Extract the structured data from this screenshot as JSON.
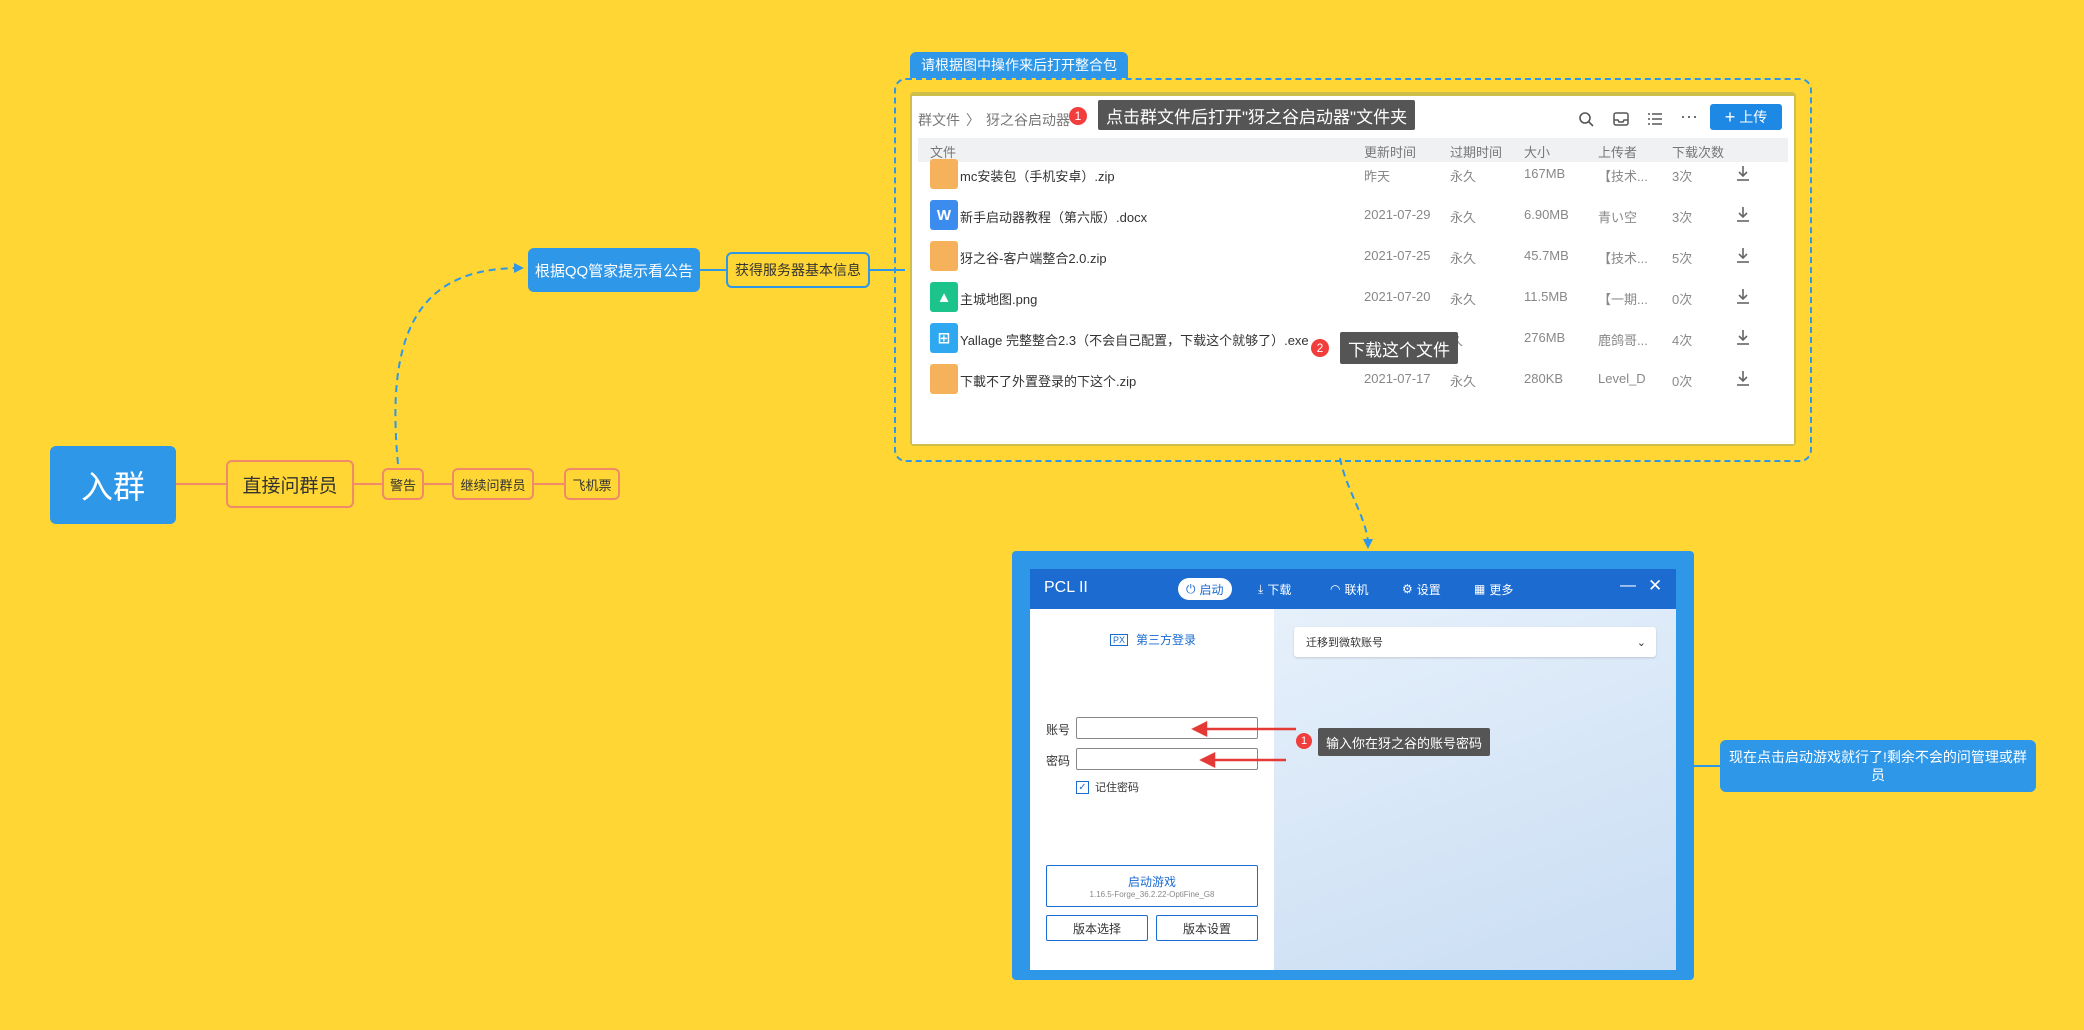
{
  "mindmap": {
    "root": "入群",
    "node_direct": "直接问群员",
    "node_warning": "警告",
    "node_continue": "继续问群员",
    "node_ticket": "飞机票",
    "node_qq": "根据QQ管家提示看公告",
    "node_info": "获得服务器基本信息",
    "node_final": "现在点击启动游戏就行了!剩余不会的问管理或群员"
  },
  "callout_title": "请根据图中操作来后打开整合包",
  "filelist": {
    "breadcrumb_root": "群文件",
    "breadcrumb_folder": "犽之谷启动器",
    "upload_label": "上传",
    "columns": [
      "文件",
      "更新时间",
      "过期时间",
      "大小",
      "上传者",
      "下载次数"
    ],
    "rows": [
      {
        "name": "mc安装包（手机安卓）.zip",
        "date": "昨天",
        "expire": "永久",
        "size": "167MB",
        "uploader": "【技术...",
        "downloads": "3次",
        "icon": "zip"
      },
      {
        "name": "新手启动器教程（第六版）.docx",
        "date": "2021-07-29",
        "expire": "永久",
        "size": "6.90MB",
        "uploader": "青い空",
        "downloads": "3次",
        "icon": "word"
      },
      {
        "name": "犽之谷-客户端整合2.0.zip",
        "date": "2021-07-25",
        "expire": "永久",
        "size": "45.7MB",
        "uploader": "【技术...",
        "downloads": "5次",
        "icon": "zip"
      },
      {
        "name": "主城地图.png",
        "date": "2021-07-20",
        "expire": "永久",
        "size": "11.5MB",
        "uploader": "【一期...",
        "downloads": "0次",
        "icon": "image"
      },
      {
        "name": "Yallage 完整整合2.3（不会自己配置，下载这个就够了）.exe",
        "date": "",
        "expire": "久",
        "size": "276MB",
        "uploader": "鹿鸽哥...",
        "downloads": "4次",
        "icon": "exe"
      },
      {
        "name": "下載不了外置登录的下这个.zip",
        "date": "2021-07-17",
        "expire": "永久",
        "size": "280KB",
        "uploader": "Level_D",
        "downloads": "0次",
        "icon": "zip"
      }
    ],
    "step1_badge": "1",
    "step1_tip": "点击群文件后打开\"犽之谷启动器\"文件夹",
    "step2_badge": "2",
    "step2_tip": "下载这个文件"
  },
  "pcl": {
    "title": "PCL II",
    "nav": [
      "启动",
      "下载",
      "联机",
      "设置",
      "更多"
    ],
    "third_party_login": "第三方登录",
    "account_label": "账号",
    "password_label": "密码",
    "remember_label": "记住密码",
    "remember_checked": true,
    "launch_label": "启动游戏",
    "launch_version": "1.16.5-Forge_36.2.22-OptiFine_G8",
    "version_select": "版本选择",
    "version_settings": "版本设置",
    "migrate_label": "迁移到微软账号",
    "step_badge": "1",
    "step_tip": "输入你在犽之谷的账号密码"
  },
  "colors": {
    "background": "#FFD633",
    "accent": "#2E97E8",
    "orange_border": "#F08A6A",
    "badge_red": "#F23D3D"
  }
}
